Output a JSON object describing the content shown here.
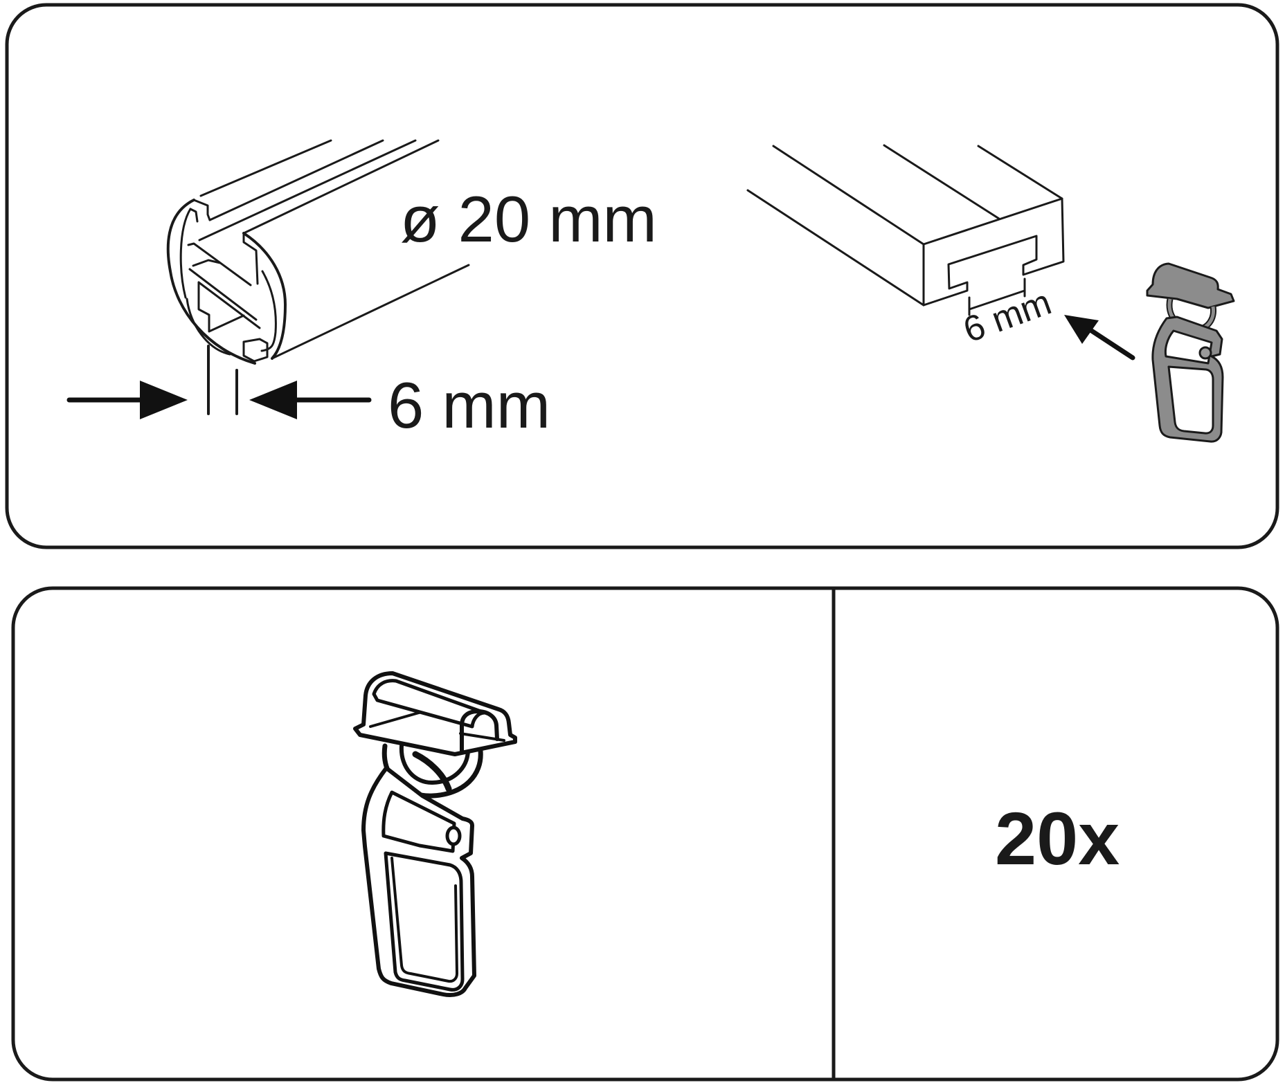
{
  "diagram": {
    "top_panel": {
      "rod_diameter_label": "ø 20 mm",
      "rod_slot_width_label": "6 mm",
      "rail_slot_width_label": "6 mm",
      "hook_fill_color": "#8c8c8c"
    },
    "bottom_panel": {
      "quantity_label": "20x"
    },
    "colors": {
      "line": "#1a1a1a",
      "background": "#ffffff"
    }
  }
}
